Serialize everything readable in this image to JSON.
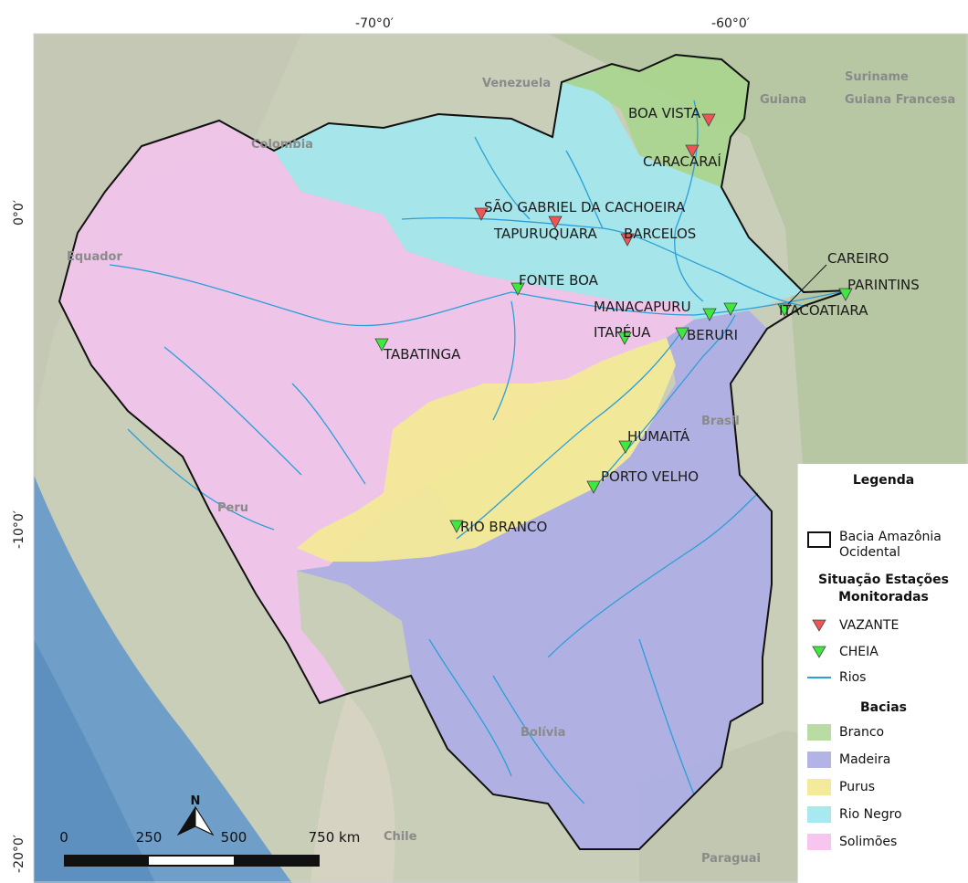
{
  "axes": {
    "x_ticks": [
      "-70°0′",
      "-60°0′"
    ],
    "y_ticks": [
      "0°0′",
      "-10°0′",
      "-20°0′"
    ]
  },
  "countries": [
    "Venezuela",
    "Guiana",
    "Suriname",
    "Guiana Francesa",
    "Colombia",
    "Equador",
    "Peru",
    "Brasil",
    "Bolívia",
    "Chile",
    "Paraguai"
  ],
  "stations": [
    {
      "name": "BOA VISTA",
      "status": "vazante"
    },
    {
      "name": "CARACARAÍ",
      "status": "vazante"
    },
    {
      "name": "SÃO GABRIEL DA CACHOEIRA",
      "status": "vazante"
    },
    {
      "name": "TAPURUQUARA",
      "status": "vazante"
    },
    {
      "name": "BARCELOS",
      "status": "vazante"
    },
    {
      "name": "CAREIRO",
      "status": "cheia"
    },
    {
      "name": "PARINTINS",
      "status": "cheia"
    },
    {
      "name": "FONTE BOA",
      "status": "cheia"
    },
    {
      "name": "MANACAPURU",
      "status": "cheia"
    },
    {
      "name": "ITACOATIARA",
      "status": "cheia"
    },
    {
      "name": "ITAPÉUA",
      "status": "cheia"
    },
    {
      "name": "BERURI",
      "status": "cheia"
    },
    {
      "name": "TABATINGA",
      "status": "cheia"
    },
    {
      "name": "HUMAITÁ",
      "status": "cheia"
    },
    {
      "name": "PORTO VELHO",
      "status": "cheia"
    },
    {
      "name": "RIO BRANCO",
      "status": "cheia"
    }
  ],
  "scalebar": {
    "labels": [
      "0",
      "250",
      "500",
      "750 km"
    ]
  },
  "north_arrow": {
    "label": "N"
  },
  "legend": {
    "title": "Legenda",
    "boundary_label": "Bacia Amazônia Ocidental",
    "stations_title": "Situação Estações Monitoradas",
    "vazante_label": "VAZANTE",
    "cheia_label": "CHEIA",
    "rivers_label": "Rios",
    "basins_title": "Bacias",
    "basins": [
      {
        "name": "Branco",
        "color": "#b9dca4"
      },
      {
        "name": "Madeira",
        "color": "#b3b3e6"
      },
      {
        "name": "Purus",
        "color": "#f3ea9c"
      },
      {
        "name": "Rio Negro",
        "color": "#a6e9ef"
      },
      {
        "name": "Solimões",
        "color": "#f6c6ef"
      }
    ]
  },
  "colors": {
    "vazante": "#f05555",
    "cheia": "#3ee83e",
    "river": "#2b9fd8",
    "boundary": "#111111"
  }
}
